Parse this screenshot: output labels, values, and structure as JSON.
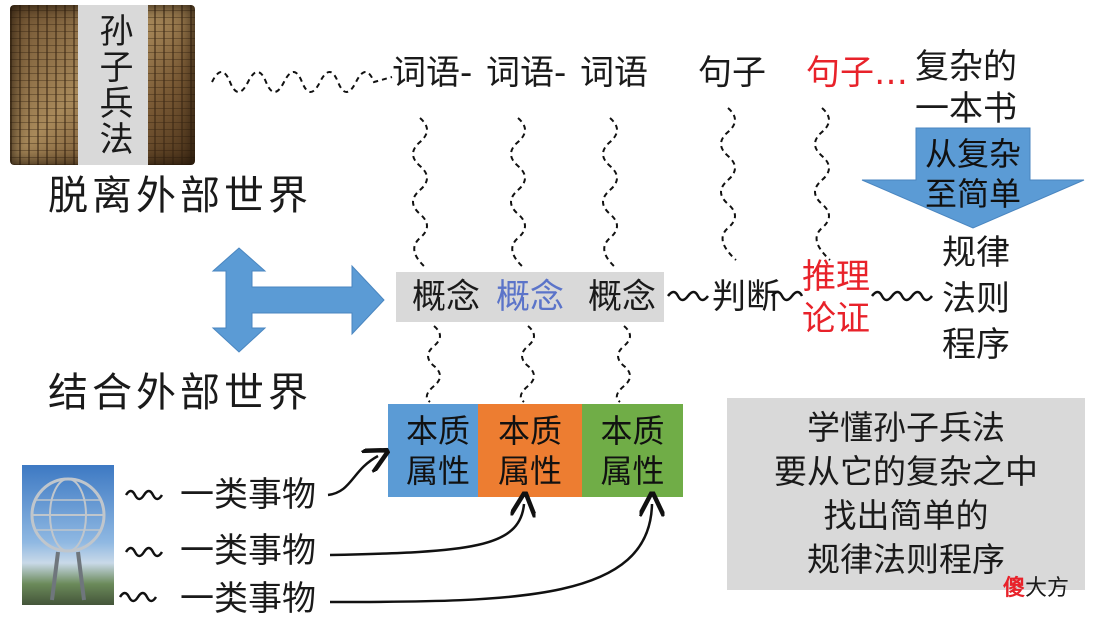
{
  "scroll": {
    "title": "孙子兵法"
  },
  "labels": {
    "detached": "脱离外部世界",
    "combined": "结合外部世界"
  },
  "top_row": {
    "word1": "词语-",
    "word2": "词语-",
    "word3": "词语",
    "sentence1": "句子",
    "sentence2": "句子…",
    "book": "复杂的\n一本书"
  },
  "down_arrow": {
    "text": "从复杂\n至简单"
  },
  "rules": "规律\n法则\n程序",
  "concepts": [
    "概念",
    "概念",
    "概念"
  ],
  "judgement": "判断",
  "reasoning": "推理\n论证",
  "boxes": [
    "本质\n属性",
    "本质\n属性",
    "本质\n属性"
  ],
  "things": [
    "一类事物",
    "一类事物",
    "一类事物"
  ],
  "summary": "学懂孙子兵法\n要从它的复杂之中\n找出简单的\n规律法则程序",
  "watermark": {
    "red": "傻",
    "rest": "大方"
  },
  "colors": {
    "arrow": "#5b9bd5",
    "box1": "#5b9bd5",
    "box2": "#ed7d31",
    "box3": "#70ad47",
    "highlight": "#e8222a",
    "concept_blue": "#5b74c9",
    "panel": "#d9d9d9"
  }
}
